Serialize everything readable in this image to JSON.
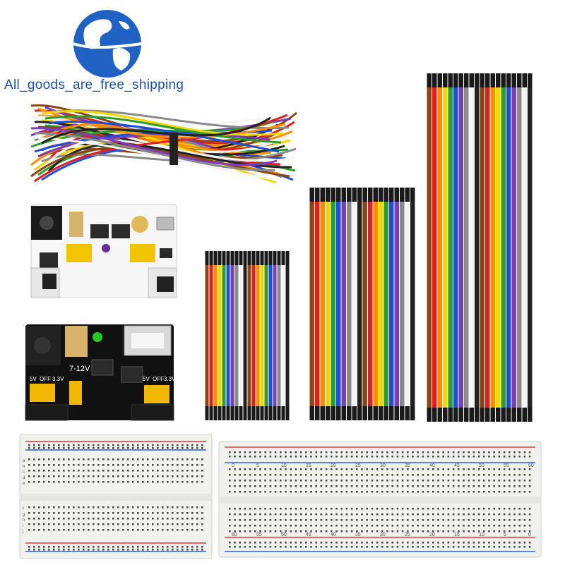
{
  "brand": {
    "slogan": "All_goods_are_free_shipping",
    "slogan_color": "#1f4fae",
    "globe_color": "#1f62c4"
  },
  "products": [
    {
      "name": "jumper-wire-bundle"
    },
    {
      "name": "breadboard-power-module-white"
    },
    {
      "name": "breadboard-power-module-black"
    },
    {
      "name": "dupont-ribbon-cable-short"
    },
    {
      "name": "dupont-ribbon-cable-medium"
    },
    {
      "name": "dupont-ribbon-cable-long"
    },
    {
      "name": "breadboard-400-points"
    },
    {
      "name": "breadboard-830-points"
    }
  ],
  "power_module_label": "7-12V",
  "voltage_labels": [
    "5V",
    "OFF",
    "3.3V"
  ],
  "breadboard_small_rows": [
    "a",
    "b",
    "c",
    "d",
    "e",
    "f",
    "g",
    "h",
    "i",
    "j"
  ],
  "breadboard_large_top_numbers": [
    "0",
    "5",
    "10",
    "15",
    "20",
    "25",
    "30",
    "35",
    "40",
    "45",
    "50",
    "55",
    "60"
  ],
  "breadboard_large_bottom_numbers": [
    "60",
    "55",
    "50",
    "45",
    "40",
    "35",
    "30",
    "25",
    "20",
    "15",
    "10",
    "5",
    "0"
  ],
  "wire_colors": [
    "#8b4513",
    "#e02020",
    "#ff8c00",
    "#f2d600",
    "#2a9d2a",
    "#1f4fd8",
    "#7a3fb5",
    "#8a8a8a",
    "#f4f4f4",
    "#222222"
  ]
}
